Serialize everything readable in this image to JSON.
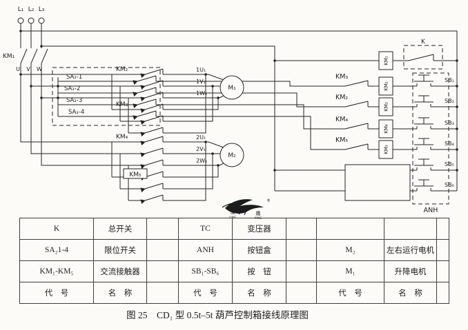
{
  "schematic": {
    "phases": [
      "L₁",
      "L₂",
      "L₃"
    ],
    "km1_main": "KM₁",
    "uvw": [
      "U",
      "V",
      "W"
    ],
    "sa_switches": [
      "SA₂-1",
      "SA₂-2",
      "SA₂-3",
      "SA₂-4"
    ],
    "m1_group_top": "KM₂",
    "m1_group_bottom": "KM₃",
    "m2_group_top": "KM₄",
    "m2_group_bottom": "KM₅",
    "m1_terminals": [
      "1U₁",
      "1V₁",
      "1W₁"
    ],
    "m2_terminals": [
      "2U₁",
      "2V₁",
      "2W₁"
    ],
    "motor1": "M₁",
    "motor2": "M₂",
    "interlock_contacts": [
      "KM₃",
      "KM₂",
      "KM₄",
      "KM₅"
    ],
    "coils": [
      "KM₁",
      "KM₂",
      "KM₃",
      "KM₄",
      "KM₅"
    ],
    "master_switch": "K",
    "buttons": [
      "SB₁",
      "SB₂",
      "SB₃",
      "SB₄",
      "SB₅",
      "SB₆"
    ],
    "button_box": "ANH"
  },
  "logo": {
    "chars": [
      "凌",
      "鹰"
    ],
    "subs": [
      "LING",
      "YING"
    ],
    "reg": "®"
  },
  "table": {
    "rows": [
      [
        "K",
        "总开关",
        "",
        "TC",
        "变压器",
        "",
        "",
        "",
        ""
      ],
      [
        "SA₂1-4",
        "限位开关",
        "",
        "ANH",
        "按钮盒",
        "",
        "M₂",
        "左右运行电机",
        ""
      ],
      [
        "KM₁-KM₅",
        "交流接触器",
        "",
        "SB₁-SB₆",
        "按　钮",
        "",
        "M₁",
        "升降电机",
        ""
      ],
      [
        "代　号",
        "名　称",
        "",
        "代　号",
        "名　称",
        "",
        "代　号",
        "名　称",
        ""
      ]
    ]
  },
  "caption": "图 25　CD₁ 型 0.5t–5t 葫芦控制箱接线原理图",
  "colors": {
    "ink": "#222222",
    "paper": "#fcfbf8",
    "watermark": "#8a8a8a"
  }
}
